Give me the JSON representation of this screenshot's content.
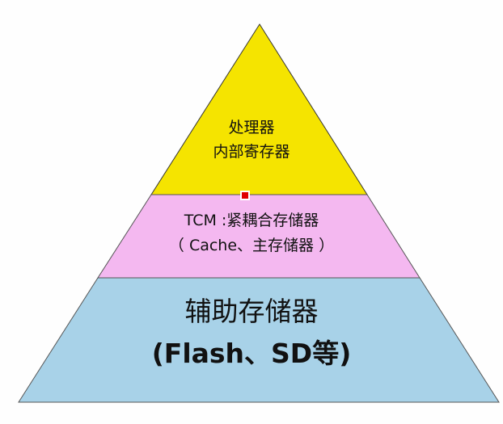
{
  "colors": {
    "top": "#f5e400",
    "middle": "#f4b8f0",
    "bottom": "#a8d2e8",
    "outline": "#555555",
    "marker": "#e00000"
  },
  "layers": [
    {
      "line1": "处理器",
      "line2": "内部寄存器"
    },
    {
      "line1": "TCM :紧耦合存储器",
      "line2": "（ Cache、主存储器 ）"
    },
    {
      "line1": "辅助存储器",
      "line2": "(Flash、SD等)"
    }
  ]
}
